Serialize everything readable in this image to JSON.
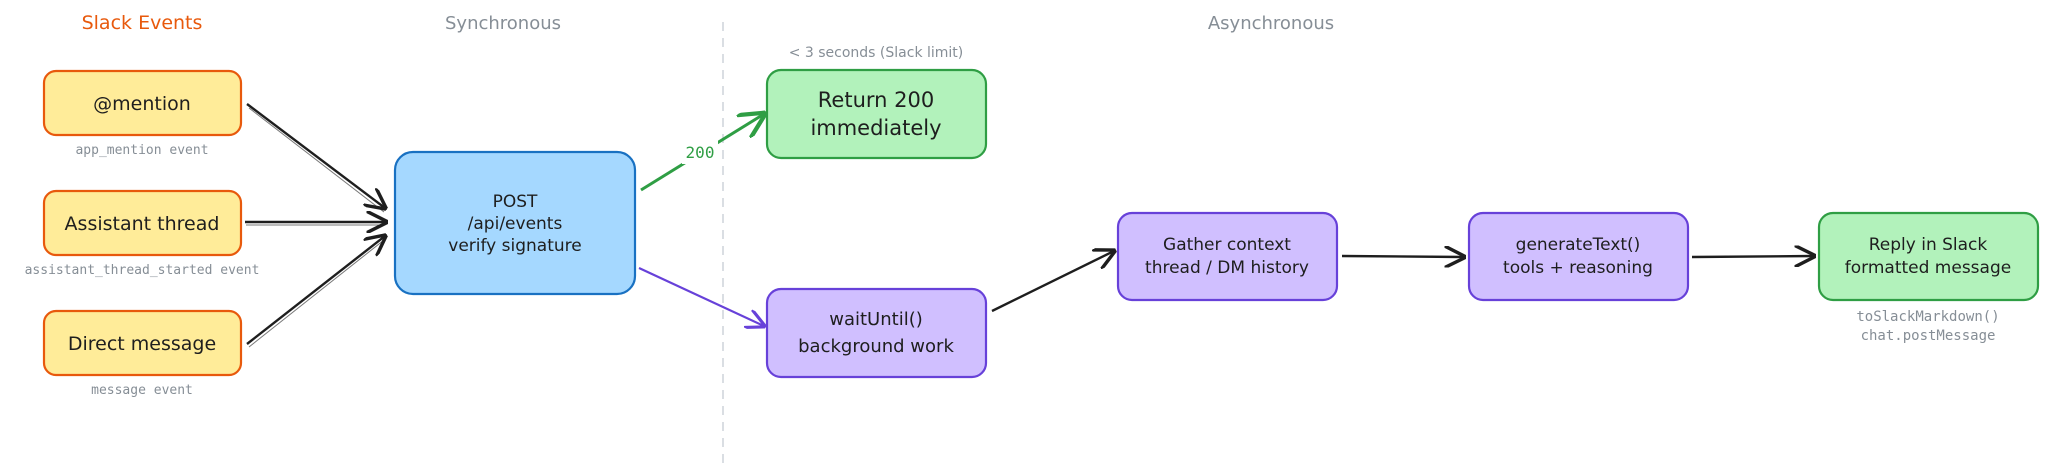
{
  "headers": {
    "slack_events": "Slack Events",
    "synchronous": "Synchronous",
    "asynchronous": "Asynchronous"
  },
  "sources": [
    {
      "label": "@mention",
      "caption": "app_mention event"
    },
    {
      "label": "Assistant thread",
      "caption": "assistant_thread_started event"
    },
    {
      "label": "Direct message",
      "caption": "message event"
    }
  ],
  "endpoint": {
    "line1": "POST",
    "line2": "/api/events",
    "line3": "verify signature"
  },
  "sync_note": "< 3 seconds (Slack limit)",
  "edge_200": "200",
  "return_box": {
    "line1": "Return 200",
    "line2": "immediately"
  },
  "wait_box": {
    "line1": "waitUntil()",
    "line2": "background work"
  },
  "gather_box": {
    "line1": "Gather context",
    "line2": "thread / DM history"
  },
  "generate_box": {
    "line1": "generateText()",
    "line2": "tools + reasoning"
  },
  "reply_box": {
    "line1": "Reply in Slack",
    "line2": "formatted message"
  },
  "reply_captions": {
    "line1": "toSlackMarkdown()",
    "line2": "chat.postMessage"
  },
  "colors": {
    "orange_stroke": "#e8590c",
    "yellow_fill": "#ffec99",
    "blue_fill": "#a5d8ff",
    "blue_stroke": "#1971c2",
    "green_fill": "#b2f2bb",
    "green_stroke": "#2f9e44",
    "violet_fill": "#d0bfff",
    "violet_stroke": "#6741d9",
    "gray_text": "#868e96",
    "arrow": "#1e1e1e"
  }
}
